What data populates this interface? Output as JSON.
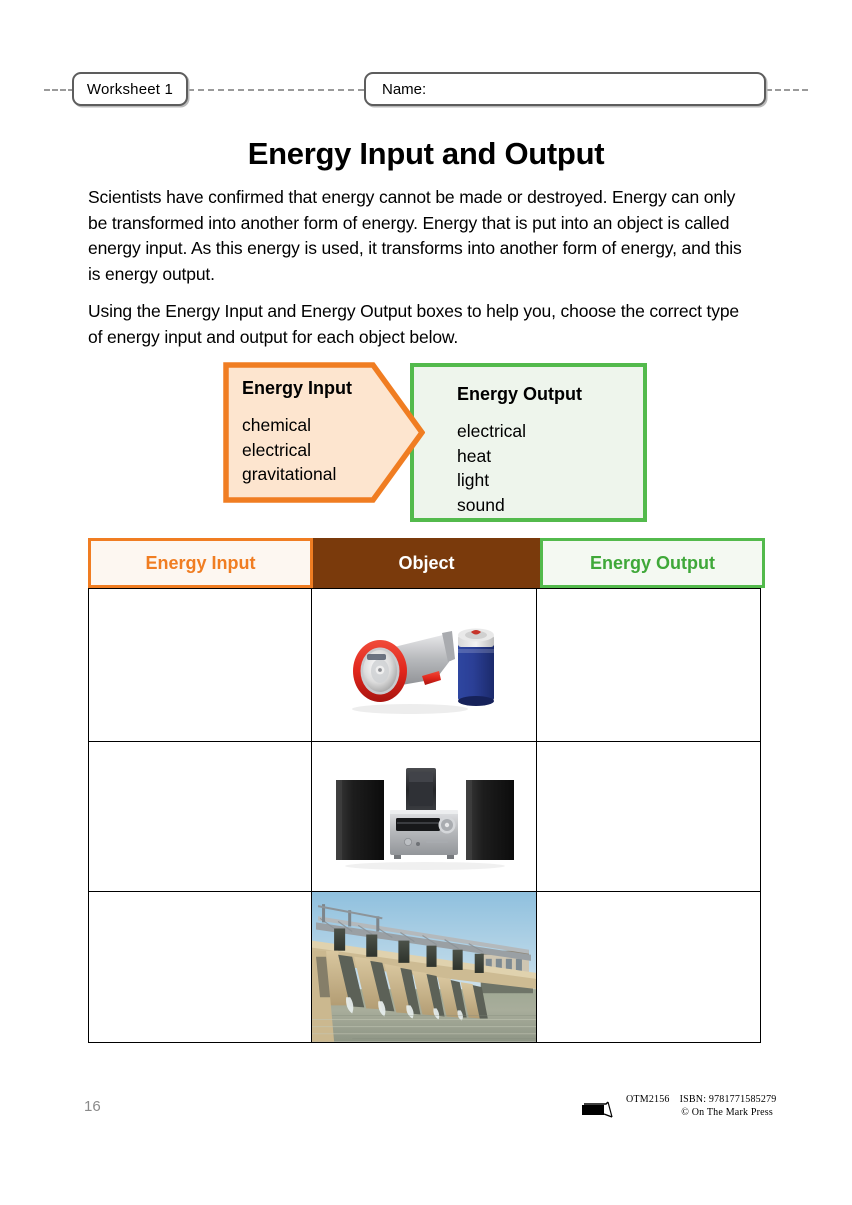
{
  "header": {
    "worksheet_tag": "Worksheet 1",
    "name_label": "Name:"
  },
  "title": "Energy Input and Output",
  "paragraphs": {
    "intro": "Scientists have confirmed that energy cannot be made or destroyed. Energy can only be transformed into another form of energy. Energy that is put into an object is called energy input. As this energy is used, it transforms into another form of energy, and this is energy output.",
    "instruction": "Using the Energy Input and Energy Output boxes to help you, choose the correct type of energy input and output for each object below."
  },
  "callouts": {
    "input": {
      "title": "Energy Input",
      "items": [
        "chemical",
        "electrical",
        "gravitational"
      ],
      "border_color": "#f07d22",
      "fill_color": "#fde5cf"
    },
    "output": {
      "title": "Energy Output",
      "items": [
        "electrical",
        "heat",
        "light",
        "sound"
      ],
      "border_color": "#53ba4c",
      "fill_color": "#eef5ec"
    }
  },
  "table": {
    "headers": {
      "input": "Energy Input",
      "object": "Object",
      "output": "Energy Output"
    },
    "header_colors": {
      "input_text": "#f07d22",
      "object_fill": "#7a3a0c",
      "output_text": "#3fa839"
    },
    "rows": [
      {
        "object_image": "flashlight-with-battery",
        "input_answer": "",
        "output_answer": ""
      },
      {
        "object_image": "stereo-system",
        "input_answer": "",
        "output_answer": ""
      },
      {
        "object_image": "hydroelectric-dam",
        "input_answer": "",
        "output_answer": ""
      }
    ]
  },
  "footer": {
    "page_number": "16",
    "product_code": "OTM2156",
    "isbn": "ISBN: 9781771585279",
    "copyright": "© On The Mark Press"
  }
}
